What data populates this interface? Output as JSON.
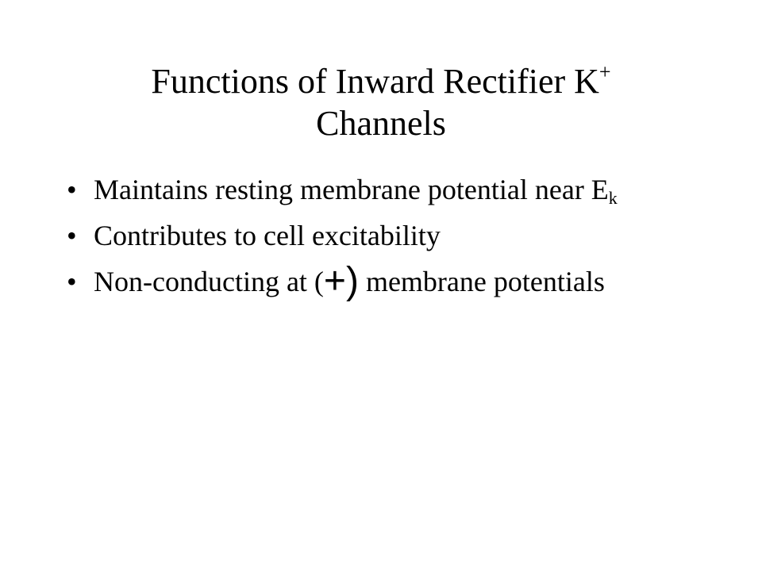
{
  "slide": {
    "title": {
      "main": "Functions of Inward Rectifier K",
      "superscript": "+",
      "line2": "Channels"
    },
    "bullet_glyph": "•",
    "bullets": [
      {
        "text": "Maintains resting membrane potential near E",
        "subscript": "k"
      },
      {
        "text": "Contributes to cell excitability"
      },
      {
        "before": "Non-conducting at (",
        "sign": "+)",
        "after": " membrane potentials"
      }
    ]
  }
}
